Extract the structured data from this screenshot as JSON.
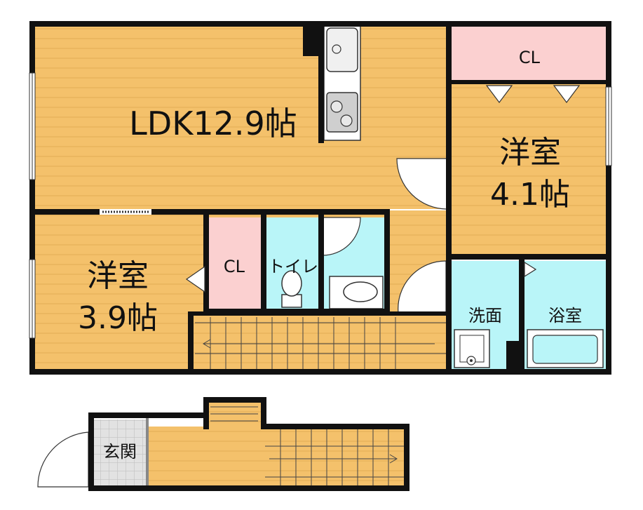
{
  "rooms": {
    "ldk": {
      "name": "LDK12.9帖"
    },
    "western1": {
      "line1": "洋室",
      "line2": "4.1帖"
    },
    "western2": {
      "line1": "洋室",
      "line2": "3.9帖"
    },
    "closet_upper": {
      "name": "CL"
    },
    "closet_lower": {
      "name": "CL"
    },
    "toilet": {
      "name": "トイレ"
    },
    "washroom": {
      "name": "洗面"
    },
    "bathroom": {
      "name": "浴室"
    },
    "entrance": {
      "name": "玄関"
    }
  },
  "colors": {
    "floor": "#f4c16b",
    "floor_stripe": "#e8b45c",
    "closet": "#fbd0d0",
    "wet": "#b9f5f8",
    "tile": "#dcdcdc",
    "wall": "#111111"
  }
}
